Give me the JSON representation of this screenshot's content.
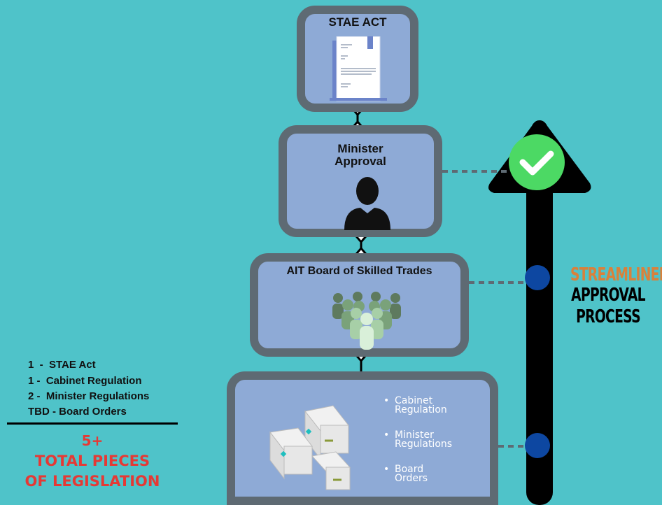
{
  "boxes": {
    "stae": {
      "title": "STAE ACT"
    },
    "minister": {
      "title_line1": "Minister",
      "title_line2": "Approval"
    },
    "ait": {
      "title": "AIT Board of Skilled Trades"
    },
    "regs": {
      "bullets": [
        {
          "line1": "Cabinet",
          "line2": "Regulation"
        },
        {
          "line1": "Minister",
          "line2": "Regulations"
        },
        {
          "line1": "Board",
          "line2": "Orders"
        }
      ]
    }
  },
  "legend": {
    "items": [
      "1  -  STAE Act",
      "1 -  Cabinet Regulation",
      "2 -  Minister Regulations",
      "TBD - Board Orders"
    ],
    "total_number": "5+",
    "total_line1": "TOTAL PIECES",
    "total_line2": "OF LEGISLATION"
  },
  "process": {
    "word1": "STREAMLINED",
    "word2": "APPROVAL",
    "word3": "PROCESS"
  },
  "colors": {
    "background": "#4fc3c9",
    "box_fill": "#8eaad6",
    "box_border": "#5e6a73",
    "check_green": "#4cd964",
    "dot_blue": "#0d47a1",
    "streamlined_orange": "#d9813b",
    "total_red": "#e53935"
  },
  "icons": [
    "document-icon",
    "person-icon",
    "group-icon",
    "paper-stack-icon",
    "checkmark-icon"
  ]
}
